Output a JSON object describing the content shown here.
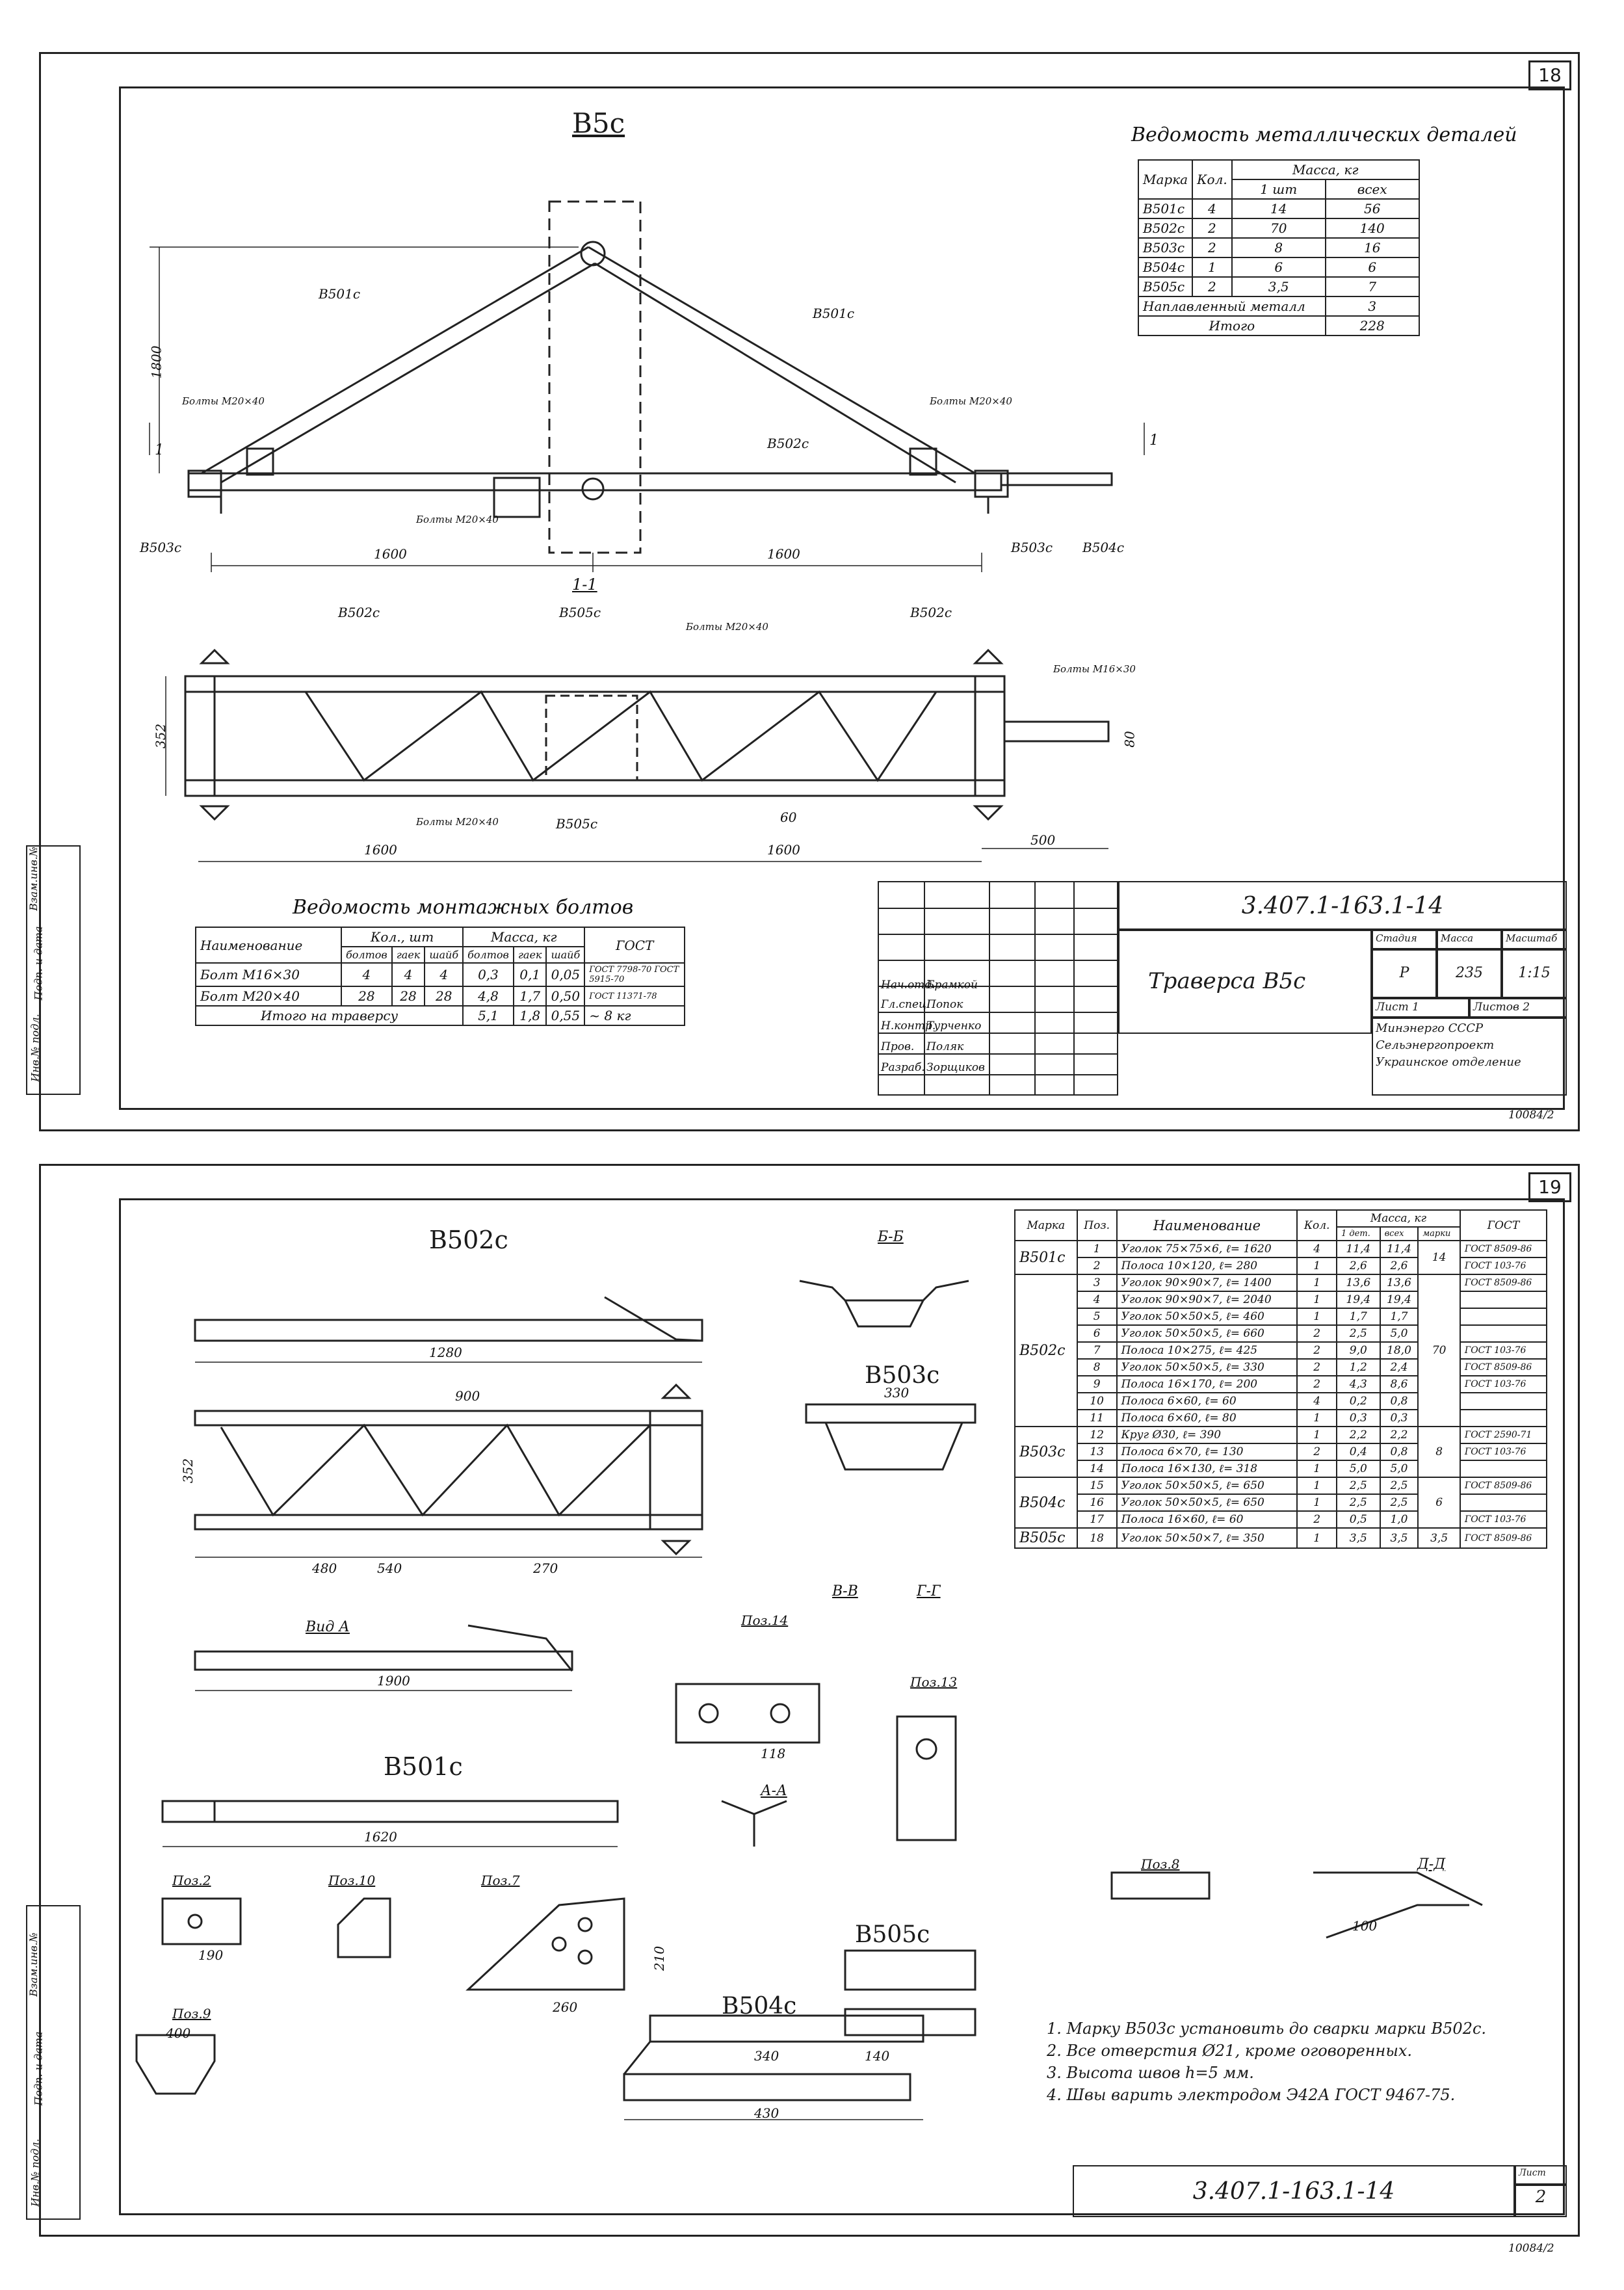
{
  "sheet1": {
    "sheet_number": "18",
    "drawing_title": "В5с",
    "section_label": "1-1",
    "section_marks": [
      "1",
      "1"
    ],
    "metal_table": {
      "title": "Ведомость металлических деталей",
      "headers": {
        "mark": "Марка",
        "qty": "Кол.",
        "mass": "Масса, кг",
        "one": "1 шт",
        "all": "всех"
      },
      "rows": [
        [
          "В501с",
          "4",
          "14",
          "56"
        ],
        [
          "В502с",
          "2",
          "70",
          "140"
        ],
        [
          "В503с",
          "2",
          "8",
          "16"
        ],
        [
          "В504с",
          "1",
          "6",
          "6"
        ],
        [
          "В505с",
          "2",
          "3,5",
          "7"
        ]
      ],
      "weld_label": "Наплавленный металл",
      "weld_value": "3",
      "total_label": "Итого",
      "total_value": "228"
    },
    "bolts_table": {
      "title": "Ведомость монтажных болтов",
      "h_name": "Наименование",
      "h_qty": "Кол., шт",
      "h_mass": "Масса, кг",
      "h_gost": "ГОСТ",
      "sub": [
        "болтов",
        "гаек",
        "шайб",
        "болтов",
        "гаек",
        "шайб"
      ],
      "rows": [
        [
          "Болт М16×30",
          "4",
          "4",
          "4",
          "0,3",
          "0,1",
          "0,05",
          "ГОСТ 7798-70 ГОСТ 5915-70"
        ],
        [
          "Болт М20×40",
          "28",
          "28",
          "28",
          "4,8",
          "1,7",
          "0,50",
          "ГОСТ 11371-78"
        ]
      ],
      "total_label": "Итого на траверсу",
      "total": [
        "5,1",
        "1,8",
        "0,55",
        "~ 8 кг"
      ]
    },
    "labels": {
      "b501_left": "В501с",
      "b501_right": "В501с",
      "b502_top": "В502с",
      "b502_plan_l": "В502с",
      "b502_plan_r": "В502с",
      "b503_left": "В503с",
      "b503_right": "В503с",
      "b504": "В504с",
      "b505_plan": "В505с",
      "b505_bottom": "В505с",
      "bolts_m20_l": "Болты М20×40",
      "bolts_m20_r": "Болты М20×40",
      "bolts_m20_c": "Болты М20×40",
      "bolts_m20_plan": "Болты М20×40",
      "bolts_m20_bot": "Болты М20×40",
      "bolts_m16": "Болты М16×30",
      "dim_1800": "1800",
      "dim_1600_l": "1600",
      "dim_1600_r": "1600",
      "dim_plan_l": "1600",
      "dim_plan_r": "1600",
      "dim_352": "352",
      "dim_500": "500",
      "dim_60": "60",
      "dim_80": "80"
    },
    "stamp": {
      "code": "3.407.1-163.1-14",
      "name": "Траверса В5с",
      "h_stage": "Стадия",
      "h_mass": "Масса",
      "h_scale": "Масштаб",
      "stage": "Р",
      "mass": "235",
      "scale": "1:15",
      "sheet": "Лист 1",
      "sheets": "Листов 2",
      "org": [
        "Минэнерго СССР",
        "Сельэнергопроект",
        "Украинское отделение"
      ],
      "signers": [
        [
          "Нач.отд.",
          "Брамкой"
        ],
        [
          "Гл.спец.",
          "Попок"
        ],
        [
          "Н.контр.",
          "Турченко"
        ],
        [
          "Пров.",
          "Поляк"
        ],
        [
          "Разраб.",
          "Зорщиков"
        ]
      ]
    },
    "side": [
      "Инв.№ подл.",
      "Подп. и дата",
      "Взам.инв.№"
    ],
    "footer": "10084/2"
  },
  "sheet2": {
    "sheet_number": "19",
    "titles": {
      "b502": "В502с",
      "b503": "В503с",
      "b501": "В501с",
      "b505": "В505с",
      "b504": "В504с",
      "view_a": "Вид А",
      "sec_bb": "Б-Б",
      "sec_vv": "В-В",
      "sec_gg": "Г-Г",
      "sec_aa": "А-А",
      "sec_dd": "Д-Д",
      "poz14": "Поз.14",
      "poz13": "Поз.13",
      "poz8": "Поз.8",
      "poz2": "Поз.2",
      "poz10": "Поз.10",
      "poz7": "Поз.7",
      "poz9": "Поз.9"
    },
    "dims": {
      "d1280": "1280",
      "d1900": "1900",
      "d1620": "1620",
      "d900": "900",
      "d330": "330",
      "d430": "430",
      "d340": "340",
      "d140": "140",
      "d540": "540",
      "d480": "480",
      "d270": "270",
      "d260": "260",
      "d400": "400",
      "d190": "190",
      "d118": "118",
      "d352": "352",
      "d100": "100",
      "d210": "210"
    },
    "spec_table": {
      "h_mark": "Марка",
      "h_pos": "Поз.",
      "h_name": "Наименование",
      "h_qty": "Кол.",
      "h_mass": "Масса, кг",
      "h_one": "1 дет.",
      "h_all": "всех",
      "h_markm": "марки",
      "h_gost": "ГОСТ",
      "groups": [
        {
          "mark": "В501с",
          "mass": "14",
          "rows": [
            [
              "1",
              "Уголок 75×75×6, ℓ= 1620",
              "4",
              "11,4",
              "11,4",
              "ГОСТ 8509-86"
            ],
            [
              "2",
              "Полоса 10×120, ℓ= 280",
              "1",
              "2,6",
              "2,6",
              "ГОСТ 103-76"
            ]
          ]
        },
        {
          "mark": "В502с",
          "mass": "70",
          "rows": [
            [
              "3",
              "Уголок 90×90×7, ℓ= 1400",
              "1",
              "13,6",
              "13,6",
              "ГОСТ 8509-86"
            ],
            [
              "4",
              "Уголок 90×90×7, ℓ= 2040",
              "1",
              "19,4",
              "19,4",
              ""
            ],
            [
              "5",
              "Уголок 50×50×5, ℓ= 460",
              "1",
              "1,7",
              "1,7",
              ""
            ],
            [
              "6",
              "Уголок 50×50×5, ℓ= 660",
              "2",
              "2,5",
              "5,0",
              ""
            ],
            [
              "7",
              "Полоса 10×275, ℓ= 425",
              "2",
              "9,0",
              "18,0",
              "ГОСТ 103-76"
            ],
            [
              "8",
              "Уголок 50×50×5, ℓ= 330",
              "2",
              "1,2",
              "2,4",
              "ГОСТ 8509-86"
            ],
            [
              "9",
              "Полоса 16×170, ℓ= 200",
              "2",
              "4,3",
              "8,6",
              "ГОСТ 103-76"
            ],
            [
              "10",
              "Полоса 6×60, ℓ= 60",
              "4",
              "0,2",
              "0,8",
              ""
            ],
            [
              "11",
              "Полоса 6×60, ℓ= 80",
              "1",
              "0,3",
              "0,3",
              ""
            ]
          ]
        },
        {
          "mark": "В503с",
          "mass": "8",
          "rows": [
            [
              "12",
              "Круг Ø30, ℓ= 390",
              "1",
              "2,2",
              "2,2",
              "ГОСТ 2590-71"
            ],
            [
              "13",
              "Полоса 6×70, ℓ= 130",
              "2",
              "0,4",
              "0,8",
              "ГОСТ 103-76"
            ],
            [
              "14",
              "Полоса 16×130, ℓ= 318",
              "1",
              "5,0",
              "5,0",
              ""
            ]
          ]
        },
        {
          "mark": "В504с",
          "mass": "6",
          "rows": [
            [
              "15",
              "Уголок 50×50×5, ℓ= 650",
              "1",
              "2,5",
              "2,5",
              "ГОСТ 8509-86"
            ],
            [
              "16",
              "Уголок 50×50×5, ℓ= 650",
              "1",
              "2,5",
              "2,5",
              ""
            ],
            [
              "17",
              "Полоса 16×60, ℓ= 60",
              "2",
              "0,5",
              "1,0",
              "ГОСТ 103-76"
            ]
          ]
        },
        {
          "mark": "В505с",
          "mass": "3,5",
          "rows": [
            [
              "18",
              "Уголок 50×50×7, ℓ= 350",
              "1",
              "3,5",
              "3,5",
              "ГОСТ 8509-86"
            ]
          ]
        }
      ]
    },
    "notes": [
      "1. Марку В503с установить до сварки марки В502с.",
      "2. Все отверстия Ø21, кроме оговоренных.",
      "3. Высота швов h=5 мм.",
      "4. Швы варить электродом Э42А ГОСТ 9467-75."
    ],
    "stamp": {
      "code": "3.407.1-163.1-14",
      "sheet_label": "Лист",
      "sheet_value": "2"
    },
    "side": [
      "Инв.№ подл.",
      "Подп. и дата",
      "Взам.инв.№"
    ],
    "footer": "10084/2"
  }
}
